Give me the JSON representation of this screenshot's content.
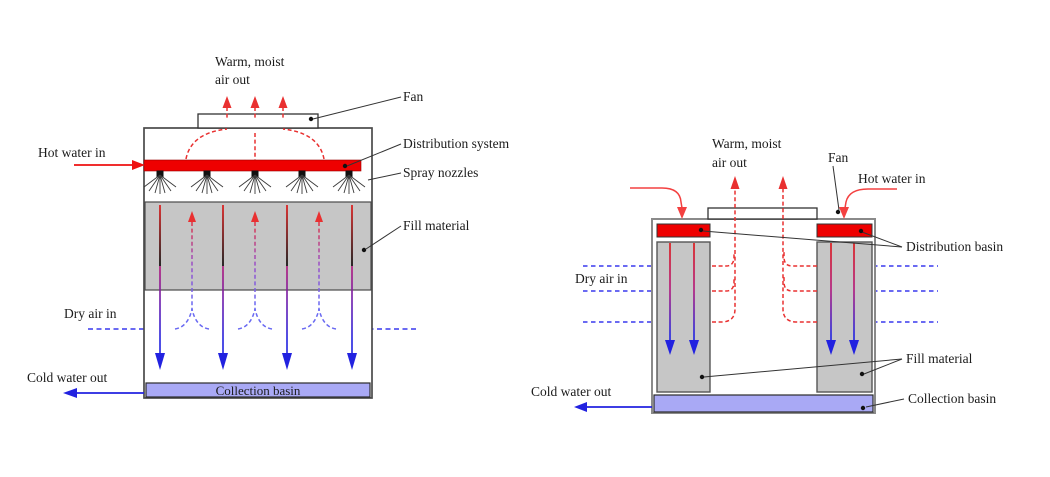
{
  "figure_title": "Cooling tower diagrams (counterflow and crossflow)",
  "colors": {
    "hot_water_red": "#ee1111",
    "distribution_red": "#ee0000",
    "cold_water_blue": "#2222e0",
    "dry_air_blue": "#6a6af2",
    "warm_air_red": "#e93030",
    "fill_material_gray": "#c6c6c6",
    "collection_basin_periwinkle": "#a9a9f5",
    "outline_dark": "#4a4a4a",
    "outline_gray": "#888888"
  },
  "left_diagram": {
    "labels": {
      "warm_moist_line1": "Warm, moist",
      "warm_moist_line2": "air out",
      "fan": "Fan",
      "hot_water_in": "Hot water in",
      "distribution_system": "Distribution system",
      "spray_nozzles": "Spray nozzles",
      "fill_material": "Fill material",
      "dry_air_in": "Dry air in",
      "cold_water_out": "Cold water out",
      "collection_basin": "Collection basin"
    }
  },
  "right_diagram": {
    "labels": {
      "warm_moist_line1": "Warm, moist",
      "warm_moist_line2": "air out",
      "fan": "Fan",
      "hot_water_in": "Hot water in",
      "distribution_basin": "Distribution basin",
      "dry_air_in": "Dry air in",
      "fill_material": "Fill material",
      "cold_water_out": "Cold water out",
      "collection_basin": "Collection basin"
    }
  }
}
